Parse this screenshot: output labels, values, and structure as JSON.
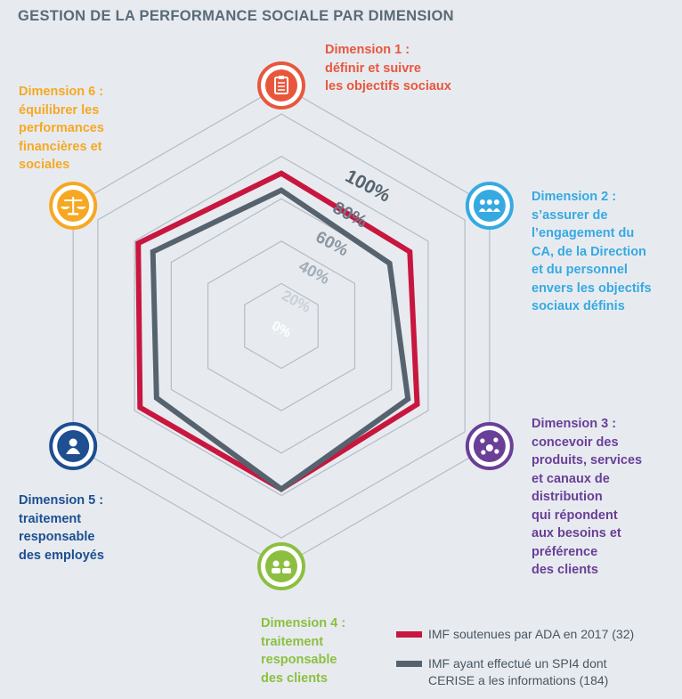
{
  "title": "GESTION DE LA PERFORMANCE SOCIALE PAR DIMENSION",
  "colors": {
    "background": "#e7ebf0",
    "grid": "#b3bcc6",
    "series_red": "#c8163f",
    "series_gray": "#56636e",
    "dim1": "#e8573c",
    "dim2": "#36a9e1",
    "dim3": "#6a3f97",
    "dim4": "#8cbf3f",
    "dim5": "#1d4f91",
    "dim6": "#f6a823"
  },
  "dimensions": [
    {
      "icon": "clipboard-icon",
      "lines": [
        "Dimension 1 :",
        "définir et suivre",
        "les objectifs sociaux"
      ]
    },
    {
      "icon": "team-icon",
      "lines": [
        "Dimension 2 :",
        "s’assurer de",
        "l’engagement du",
        "CA, de la Direction",
        "et du personnel",
        "envers les objectifs",
        "sociaux définis"
      ]
    },
    {
      "icon": "products-icon",
      "lines": [
        "Dimension 3 :",
        "concevoir des",
        "produits, services",
        "et canaux de",
        "distribution",
        "qui répondent",
        "aux besoins et",
        "préférence",
        "des clients"
      ]
    },
    {
      "icon": "clients-icon",
      "lines": [
        "Dimension 4 :",
        "traitement",
        "responsable",
        "des clients"
      ]
    },
    {
      "icon": "employee-icon",
      "lines": [
        "Dimension 5 :",
        "traitement",
        "responsable",
        "des employés"
      ]
    },
    {
      "icon": "scales-icon",
      "lines": [
        "Dimension 6 :",
        "équilibrer les",
        "performances",
        "financières et",
        "sociales"
      ]
    }
  ],
  "chart_data": {
    "type": "radar",
    "title": "GESTION DE LA PERFORMANCE SOCIALE PAR DIMENSION",
    "axes": [
      "Dimension 1",
      "Dimension 2",
      "Dimension 3",
      "Dimension 4",
      "Dimension 5",
      "Dimension 6"
    ],
    "ticks": [
      "0%",
      "20%",
      "40%",
      "60%",
      "80%",
      "100%"
    ],
    "range": [
      0,
      100
    ],
    "grid": true,
    "legend_position": "bottom-right",
    "series": [
      {
        "name": "IMF soutenues par ADA en 2017 (32)",
        "color": "#c8163f",
        "values": [
          72,
          70,
          74,
          77,
          77,
          78
        ]
      },
      {
        "name": "IMF ayant effectué un SPI4 dont CERISE a les informations (184)",
        "color": "#56636e",
        "values": [
          64,
          59,
          69,
          77,
          68,
          70
        ]
      }
    ]
  },
  "legend": [
    {
      "lines": [
        "IMF soutenues par ADA en 2017 (32)"
      ],
      "color": "#c8163f"
    },
    {
      "lines": [
        "IMF ayant effectué un SPI4 dont",
        "CERISE a les informations (184)"
      ],
      "color": "#56636e"
    }
  ]
}
